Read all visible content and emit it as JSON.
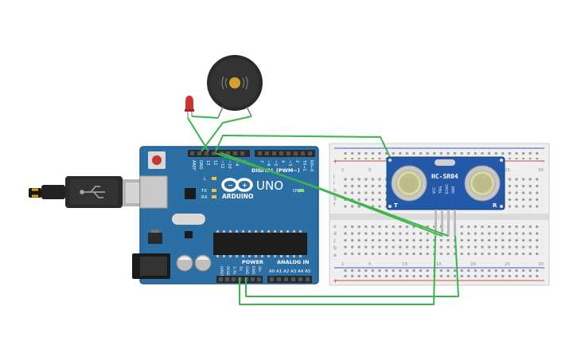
{
  "colors": {
    "board": "#2b6fa5",
    "board_dark": "#1f5a8a",
    "header": "#2a2a2a",
    "wire": "#3cb54a",
    "breadboard": "#eeeeee",
    "rail_red": "#d24a3c",
    "rail_blue": "#3a5cc9",
    "sensor_board": "#2458a8",
    "led": "#d0312d"
  },
  "arduino": {
    "brand": "ARDUINO",
    "model": "UNO",
    "digital_label": "DIGITAL (PWM~)",
    "power_label": "POWER",
    "analog_label": "ANALOG IN",
    "top_pins": [
      "AREF",
      "GND",
      "13",
      "12",
      "~11",
      "~10",
      "~9",
      "8",
      "7",
      "~6",
      "~5",
      "4",
      "~3",
      "2",
      "TX→1",
      "RX←0"
    ],
    "power_pins": [
      "IOREF",
      "RESET",
      "3.3V",
      "5V",
      "GND",
      "GND",
      "Vin"
    ],
    "analog_pins": [
      "A0",
      "A1",
      "A2",
      "A3",
      "A4",
      "A5"
    ],
    "led_labels": [
      "L",
      "TX",
      "RX",
      "ON"
    ]
  },
  "sensor": {
    "name": "HC-SR04",
    "left_mark": "T",
    "right_mark": "R",
    "pins": [
      "VCC",
      "TRIG",
      "ECHO",
      "GND"
    ]
  },
  "breadboard": {
    "row_letters_top": [
      "j",
      "i",
      "h",
      "g",
      "f"
    ],
    "row_letters_bottom": [
      "e",
      "d",
      "c",
      "b",
      "a"
    ],
    "column_numbers": [
      "1",
      "5",
      "10",
      "15",
      "20",
      "25",
      "30"
    ],
    "rail_plus": "+",
    "rail_minus": "−"
  },
  "components": {
    "buzzer": "piezo-buzzer",
    "led": "red-led",
    "usb": "usb-cable",
    "power_jack": "power-jack"
  }
}
